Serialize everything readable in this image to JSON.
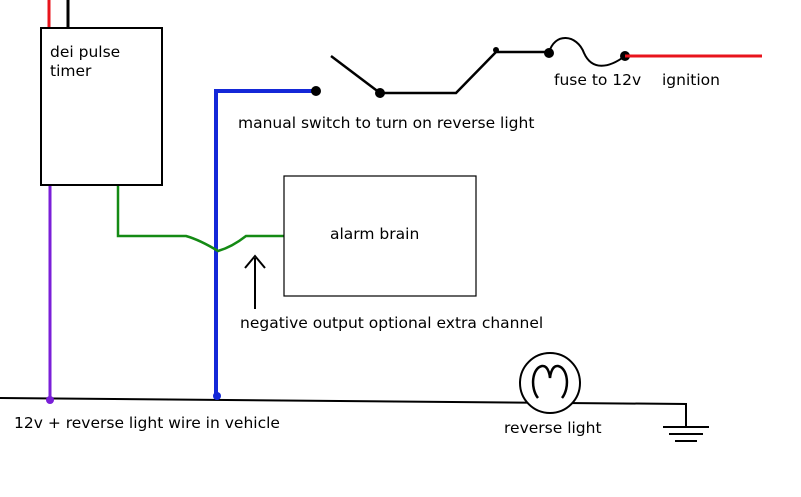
{
  "components": {
    "timer_label": [
      "dei pulse",
      "timer"
    ],
    "alarm_label": "alarm brain",
    "switch_label": "manual switch to turn on reverse light",
    "fuse_label": "fuse to 12v",
    "ignition_label": "ignition",
    "output_label": "negative output optional extra channel",
    "vehicle_wire_label": "12v + reverse light wire in vehicle",
    "light_label": "reverse light"
  },
  "wire_colors": {
    "power": "#e8141c",
    "ground_feed": "#000000",
    "timer_output": "#7a1fd8",
    "switch_lead": "#1428d8",
    "alarm_output": "#148a14",
    "chassis": "#000000"
  }
}
